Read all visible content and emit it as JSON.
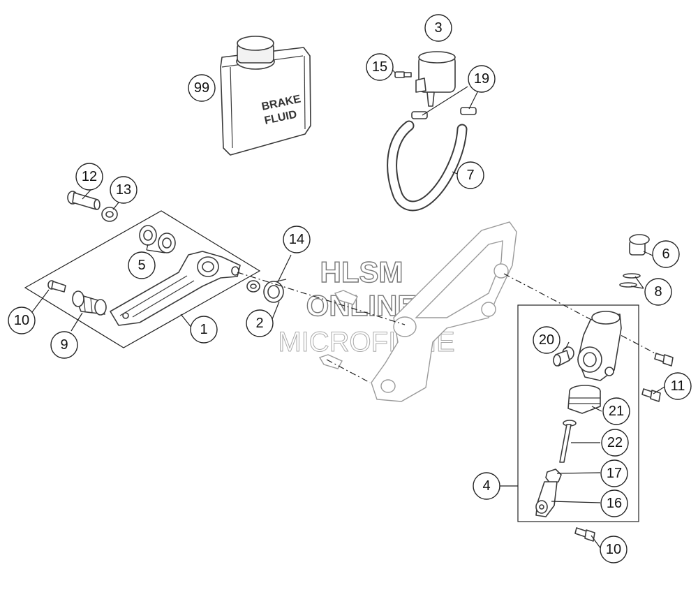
{
  "can_label": {
    "line1": "BRAKE",
    "line2": "FLUID"
  },
  "watermark": {
    "line1": "HLSM",
    "line2": "ONLINE",
    "line3": "MICROFICHE"
  },
  "callouts": [
    {
      "key": "c1",
      "label": "1"
    },
    {
      "key": "c2",
      "label": "2"
    },
    {
      "key": "c3",
      "label": "3"
    },
    {
      "key": "c4",
      "label": "4"
    },
    {
      "key": "c5",
      "label": "5"
    },
    {
      "key": "c6",
      "label": "6"
    },
    {
      "key": "c7",
      "label": "7"
    },
    {
      "key": "c8",
      "label": "8"
    },
    {
      "key": "c9",
      "label": "9"
    },
    {
      "key": "c10a",
      "label": "10"
    },
    {
      "key": "c10b",
      "label": "10"
    },
    {
      "key": "c11",
      "label": "11"
    },
    {
      "key": "c12",
      "label": "12"
    },
    {
      "key": "c13",
      "label": "13"
    },
    {
      "key": "c14",
      "label": "14"
    },
    {
      "key": "c15",
      "label": "15"
    },
    {
      "key": "c16",
      "label": "16"
    },
    {
      "key": "c17",
      "label": "17"
    },
    {
      "key": "c19",
      "label": "19"
    },
    {
      "key": "c20",
      "label": "20"
    },
    {
      "key": "c21",
      "label": "21"
    },
    {
      "key": "c22",
      "label": "22"
    },
    {
      "key": "c99",
      "label": "99"
    }
  ]
}
